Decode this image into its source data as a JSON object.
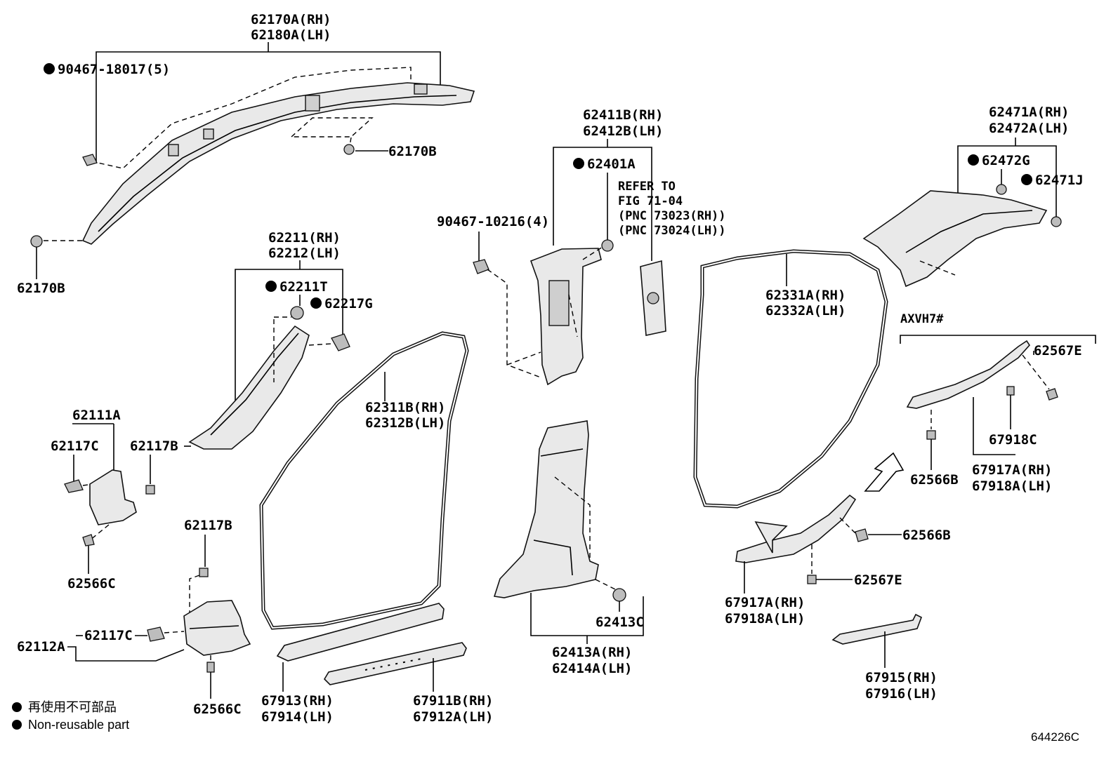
{
  "labels": {
    "a_pillar_rh": "62170A(RH)",
    "a_pillar_lh": "62180A(LH)",
    "screw_top": "90467-18017(5)",
    "clip_62170b_a": "62170B",
    "clip_62170b_b": "62170B",
    "front_pillar_rh": "62211(RH)",
    "front_pillar_lh": "62212(LH)",
    "clip_62211t": "62211T",
    "clip_62217g": "62217G",
    "cowl_62111a": "62111A",
    "clip_62117c_a": "62117C",
    "clip_62117b_a": "62117B",
    "clip_62566c_a": "62566C",
    "clip_62117b_b": "62117B",
    "cowl_62112a": "62112A",
    "clip_62117c_b": "62117C",
    "clip_62566c_b": "62566C",
    "weatherstrip_front_rh": "62311B(RH)",
    "weatherstrip_front_lh": "62312B(LH)",
    "scuff_67913": "67913(RH)",
    "scuff_67914": "67914(LH)",
    "scuff_67911b": "67911B(RH)",
    "scuff_67912a": "67912A(LH)",
    "screw_mid": "90467-10216(4)",
    "center_upper_rh": "62411B(RH)",
    "center_upper_lh": "62412B(LH)",
    "clip_62401a": "62401A",
    "refer_line1": "REFER TO",
    "refer_line2": "FIG 71-04",
    "refer_line3": "(PNC 73023(RH))",
    "refer_line4": "(PNC 73024(LH))",
    "clip_62413c": "62413C",
    "center_lower_rh": "62413A(RH)",
    "center_lower_lh": "62414A(LH)",
    "weatherstrip_rear_rh": "62331A(RH)",
    "weatherstrip_rear_lh": "62332A(LH)",
    "quarter_rh": "62471A(RH)",
    "quarter_lh": "62472A(LH)",
    "clip_62472g": "62472G",
    "clip_62471j": "62471J",
    "model_code": "AXVH7#",
    "clip_62567e_a": "62567E",
    "clip_67918c": "67918C",
    "clip_62566b_a": "62566B",
    "rear_scuff_upper_rh": "67917A(RH)",
    "rear_scuff_upper_lh": "67918A(LH)",
    "clip_62566b_b": "62566B",
    "clip_62567e_b": "62567E",
    "rear_scuff_lower_rh": "67917A(RH)",
    "rear_scuff_lower_lh": "67918A(LH)",
    "rear_plate_rh": "67915(RH)",
    "rear_plate_lh": "67916(LH)"
  },
  "legend": {
    "japanese": "再使用不可部品",
    "english": "Non-reusable part"
  },
  "figure_code": "644226C",
  "colors": {
    "ink": "#000000",
    "part_fill": "#e9e9e9",
    "background": "#ffffff"
  }
}
